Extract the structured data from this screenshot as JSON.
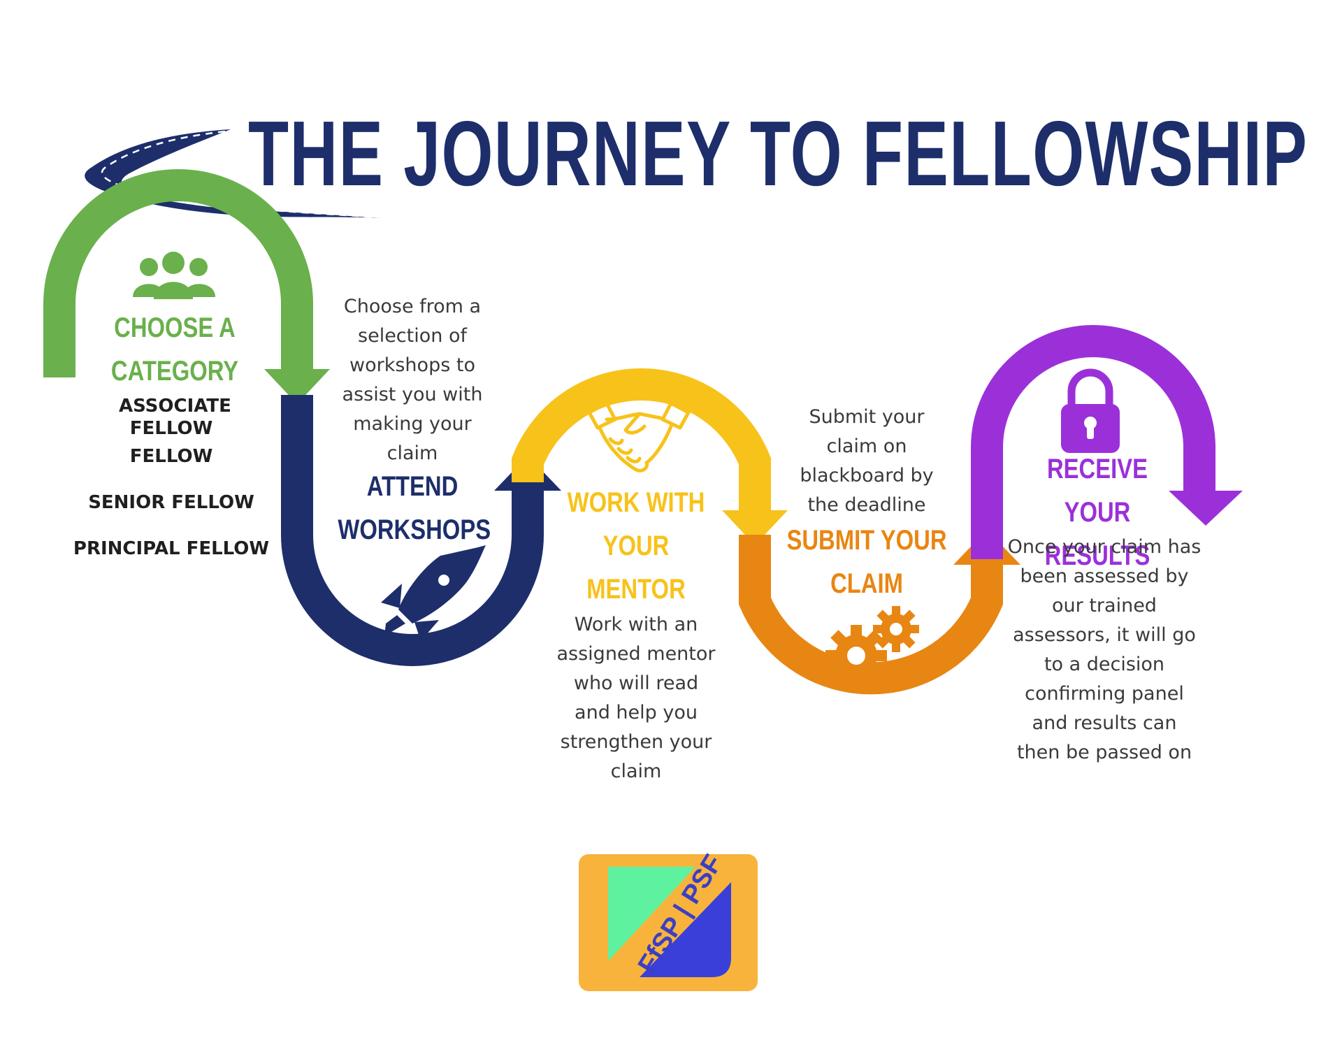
{
  "title": "THE JOURNEY TO FELLOWSHIP",
  "colors": {
    "navy": "#1d2e6b",
    "green": "#6ab04c",
    "yellow": "#f7c21a",
    "orange": "#e88613",
    "purple": "#9b30d9",
    "logo_bg": "#f8b33c",
    "logo_green": "#5ef2a0",
    "logo_blue": "#3a3fd9"
  },
  "steps": [
    {
      "heading_lines": [
        "CHOOSE A",
        "CATEGORY"
      ],
      "icon": "people-group-icon",
      "categories": [
        "ASSOCIATE FELLOW",
        "FELLOW",
        "SENIOR FELLOW",
        "PRINCIPAL FELLOW"
      ]
    },
    {
      "heading_lines": [
        "ATTEND",
        "WORKSHOPS"
      ],
      "icon": "rocket-icon",
      "description_lines": [
        "Choose from a",
        "selection of",
        "workshops to",
        "assist you with",
        "making your",
        "claim"
      ]
    },
    {
      "heading_lines": [
        "WORK WITH",
        "YOUR",
        "MENTOR"
      ],
      "icon": "handshake-icon",
      "description_lines": [
        "Work with an",
        "assigned mentor",
        "who will read",
        "and help you",
        "strengthen your",
        "claim"
      ]
    },
    {
      "heading_lines": [
        "SUBMIT YOUR",
        "CLAIM"
      ],
      "icon": "gears-icon",
      "description_lines": [
        "Submit your",
        "claim on",
        "blackboard by",
        "the deadline"
      ]
    },
    {
      "heading_lines": [
        "RECEIVE YOUR",
        "RESULTS"
      ],
      "icon": "padlock-icon",
      "description_lines": [
        "Once your claim has",
        "been assessed by",
        "our trained",
        "assessors, it will go",
        "to a decision",
        "confirming panel",
        "and results can",
        "then be passed on"
      ]
    }
  ],
  "logo": {
    "text": "FfSP | PSF"
  }
}
